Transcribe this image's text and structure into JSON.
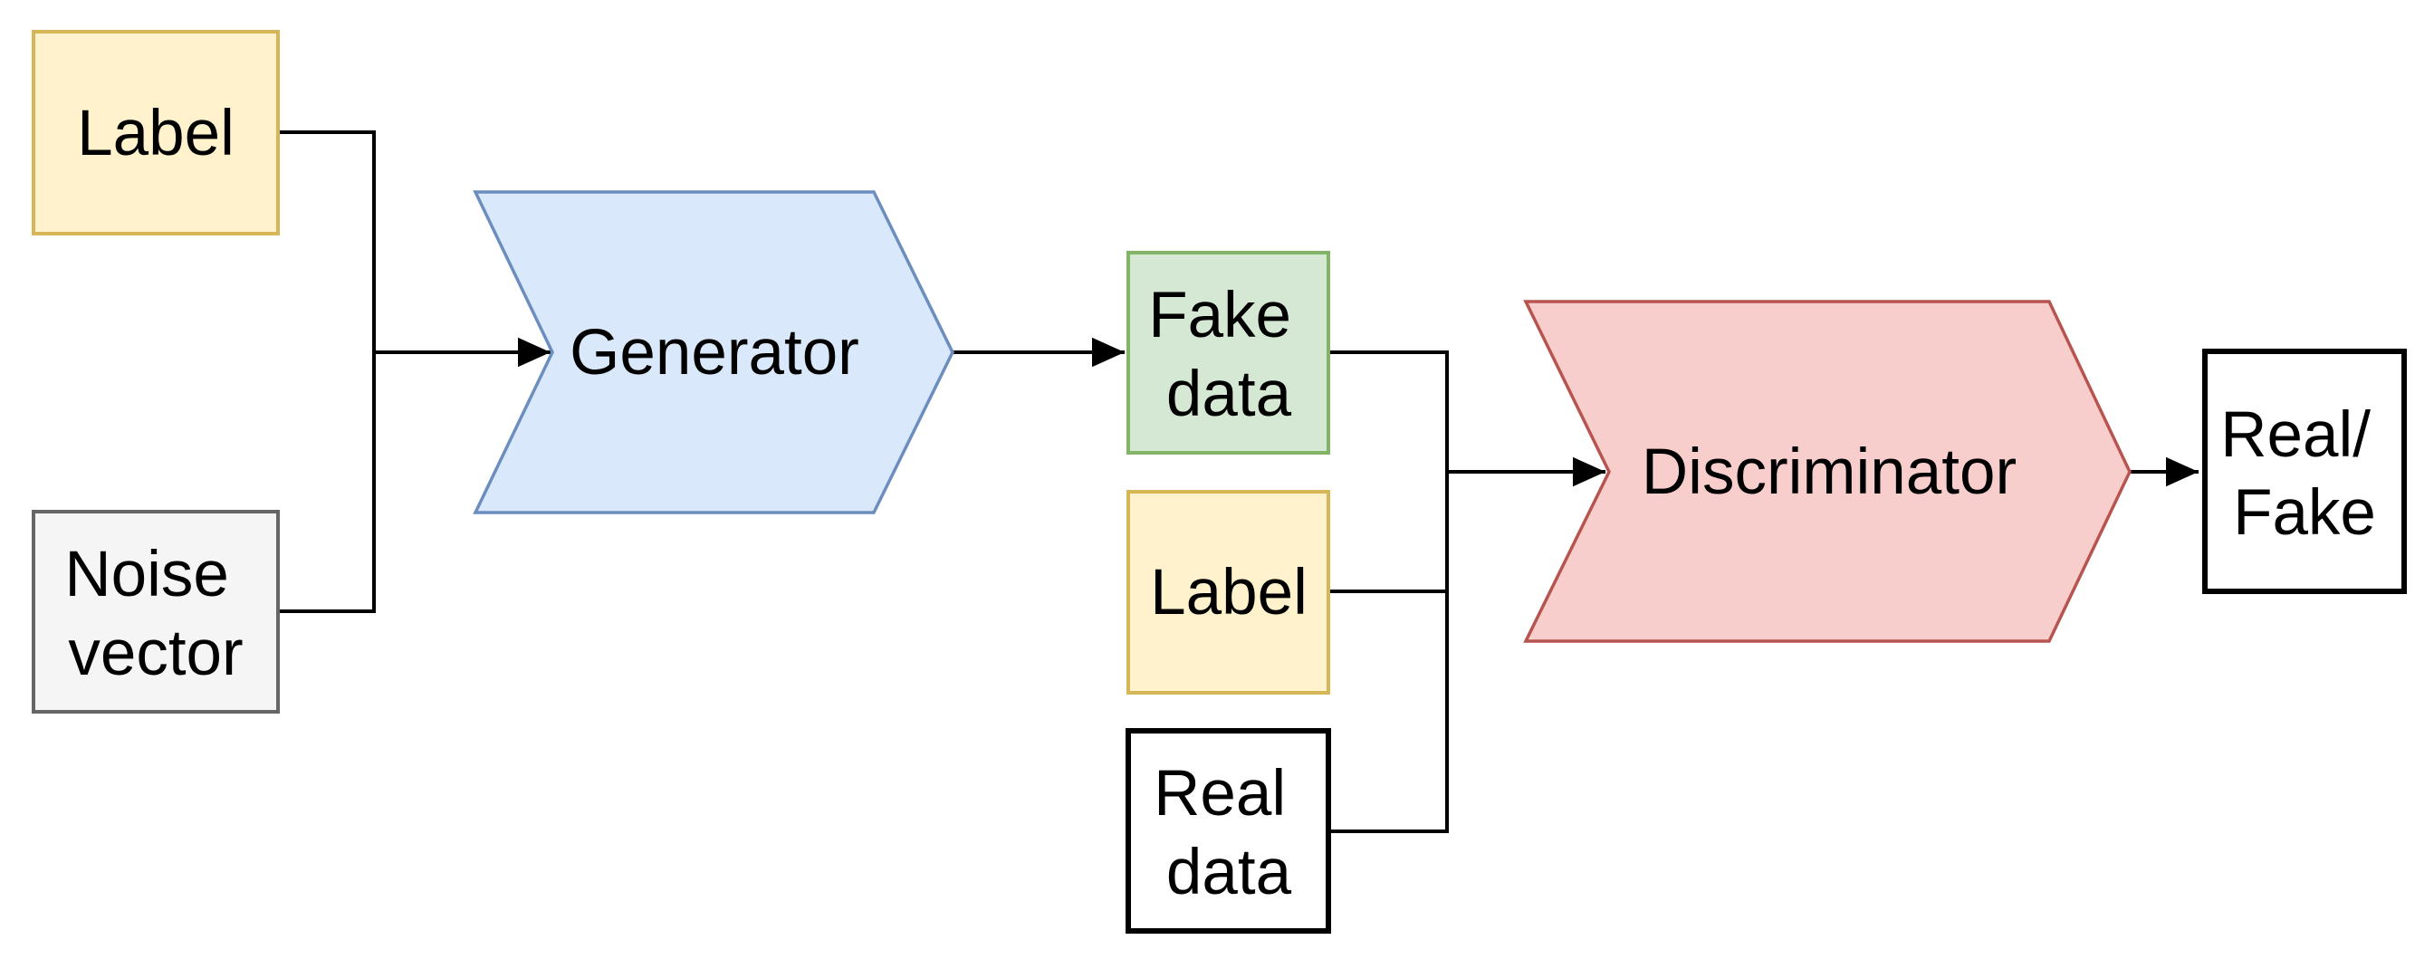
{
  "diagram": {
    "type": "flowchart",
    "nodes": {
      "label_input": {
        "label": "Label",
        "shape": "rectangle",
        "color": "yellow"
      },
      "noise_vector": {
        "line1": "Noise",
        "line2": "vector",
        "shape": "rectangle",
        "color": "gray"
      },
      "generator": {
        "label": "Generator",
        "shape": "chevron",
        "color": "blue"
      },
      "fake_data": {
        "line1": "Fake",
        "line2": "data",
        "shape": "rectangle",
        "color": "green"
      },
      "label_condition": {
        "label": "Label",
        "shape": "rectangle",
        "color": "yellow"
      },
      "real_data": {
        "line1": "Real",
        "line2": "data",
        "shape": "rectangle",
        "color": "white"
      },
      "discriminator": {
        "label": "Discriminator",
        "shape": "chevron",
        "color": "red"
      },
      "real_fake_output": {
        "line1": "Real/",
        "line2": "Fake",
        "shape": "rectangle",
        "color": "white"
      }
    },
    "edges": [
      {
        "from": "label_input",
        "to": "generator"
      },
      {
        "from": "noise_vector",
        "to": "generator"
      },
      {
        "from": "generator",
        "to": "fake_data"
      },
      {
        "from": "fake_data",
        "to": "discriminator"
      },
      {
        "from": "label_condition",
        "to": "discriminator"
      },
      {
        "from": "real_data",
        "to": "discriminator"
      },
      {
        "from": "discriminator",
        "to": "real_fake_output"
      }
    ]
  },
  "palette": {
    "yellow": {
      "fill": "#FFF2CC",
      "stroke": "#D6B656"
    },
    "gray": {
      "fill": "#F5F5F5",
      "stroke": "#666666"
    },
    "blue": {
      "fill": "#DAE8FC",
      "stroke": "#6C8EBF"
    },
    "green": {
      "fill": "#D5E8D4",
      "stroke": "#82B366"
    },
    "red": {
      "fill": "#F8CECC",
      "stroke": "#B85450"
    },
    "plain": {
      "fill": "#FFFFFF",
      "stroke": "#000000"
    },
    "connector": "#000000",
    "text": "#000000",
    "background": "#FFFFFF"
  }
}
